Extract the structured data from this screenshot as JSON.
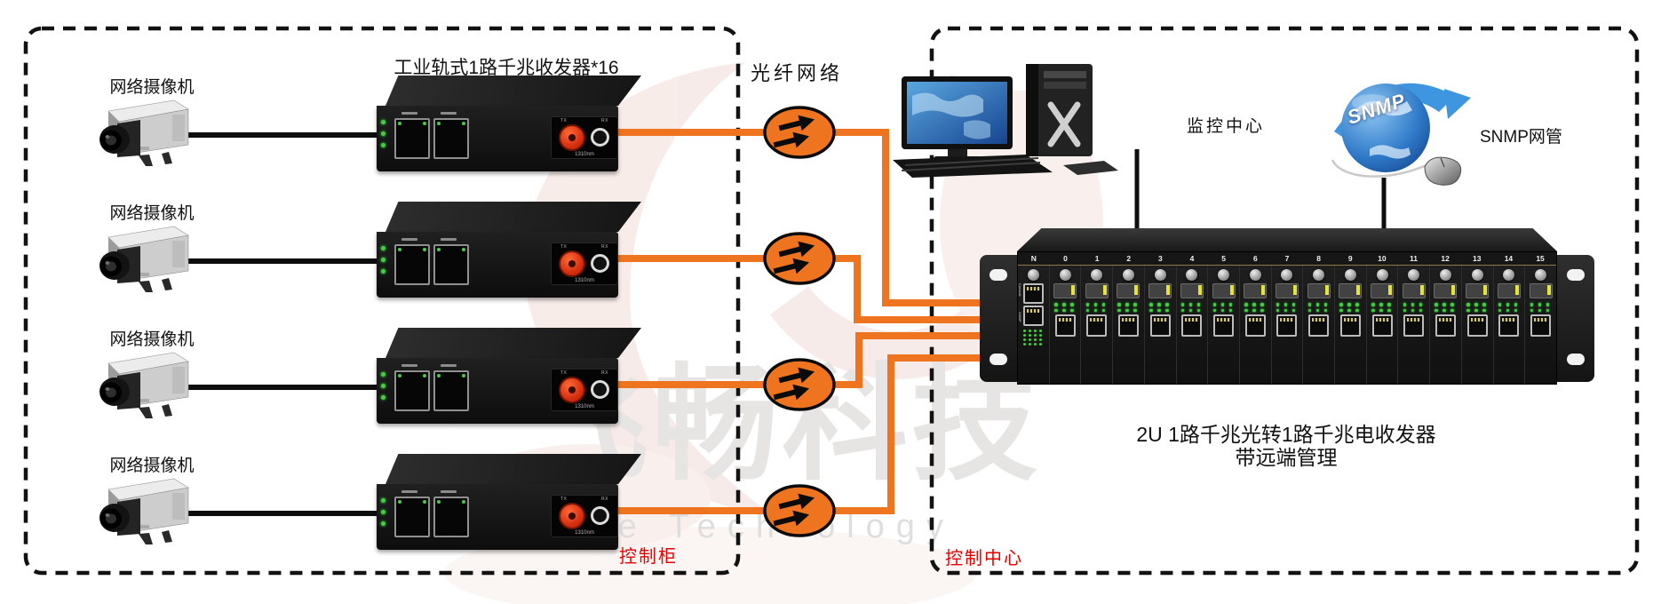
{
  "zones": {
    "left": {
      "label": "控制柜",
      "devices_caption": "工业轨式1路千兆收发器*16",
      "rows": [
        {
          "camera_label": "网络摄像机"
        },
        {
          "camera_label": "网络摄像机"
        },
        {
          "camera_label": "网络摄像机"
        },
        {
          "camera_label": "网络摄像机"
        }
      ],
      "transceiver": {
        "tx": "TX",
        "rx": "RX",
        "wavelength": "1310nm"
      }
    },
    "fiber_label": "光纤网络",
    "right": {
      "label": "控制中心",
      "monitor_label": "监控中心",
      "snmp_label": "SNMP网管",
      "globe_text": "SNMP",
      "rack": {
        "slot_labels": [
          "N",
          "0",
          "1",
          "2",
          "3",
          "4",
          "5",
          "6",
          "7",
          "8",
          "9",
          "10",
          "11",
          "12",
          "13",
          "14",
          "15"
        ],
        "mgmt_ports": [
          "Console",
          "SNMP"
        ],
        "caption_line1": "2U 1路千兆光转1路千兆电收发器",
        "caption_line2": "带远端管理"
      }
    }
  },
  "watermark": {
    "cn": "飞畅科技",
    "en": "Future Technology"
  },
  "colors": {
    "fiber": "#ef7420",
    "label_red": "#e60000",
    "led_green": "#43cf43",
    "sfp_yellow": "#e6e23e",
    "dash": "#121212"
  }
}
